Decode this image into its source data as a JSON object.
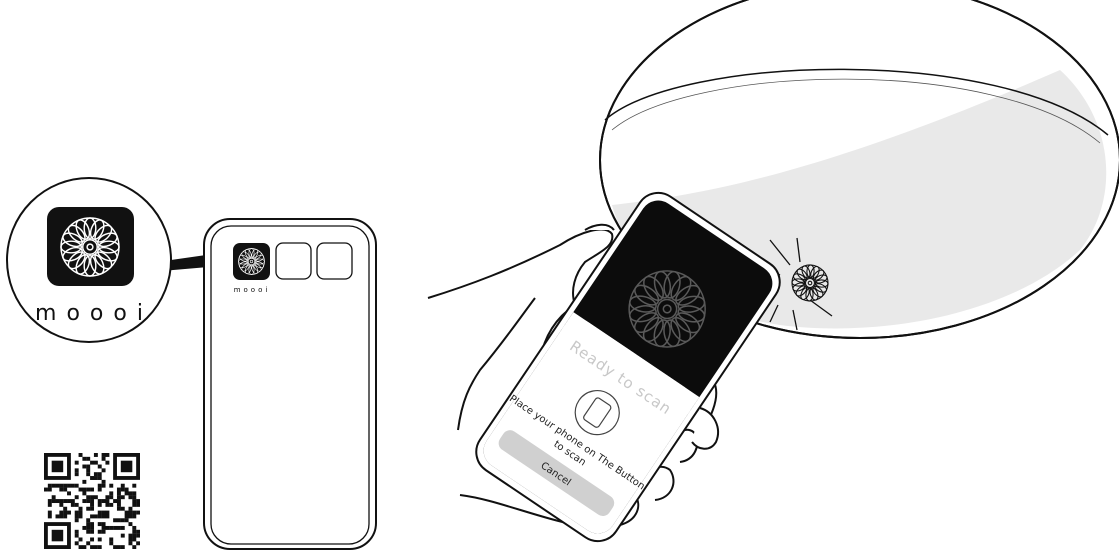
{
  "brand": {
    "name": "moooi"
  },
  "scan_sheet": {
    "title": "Ready to scan",
    "instruction_line1": "Place your phone on The Button",
    "instruction_line2": "to scan",
    "cancel_label": "Cancel"
  },
  "icons": [
    "moooi-app-icon",
    "flower-logo-icon",
    "phone-scan-icon",
    "qr-code"
  ]
}
